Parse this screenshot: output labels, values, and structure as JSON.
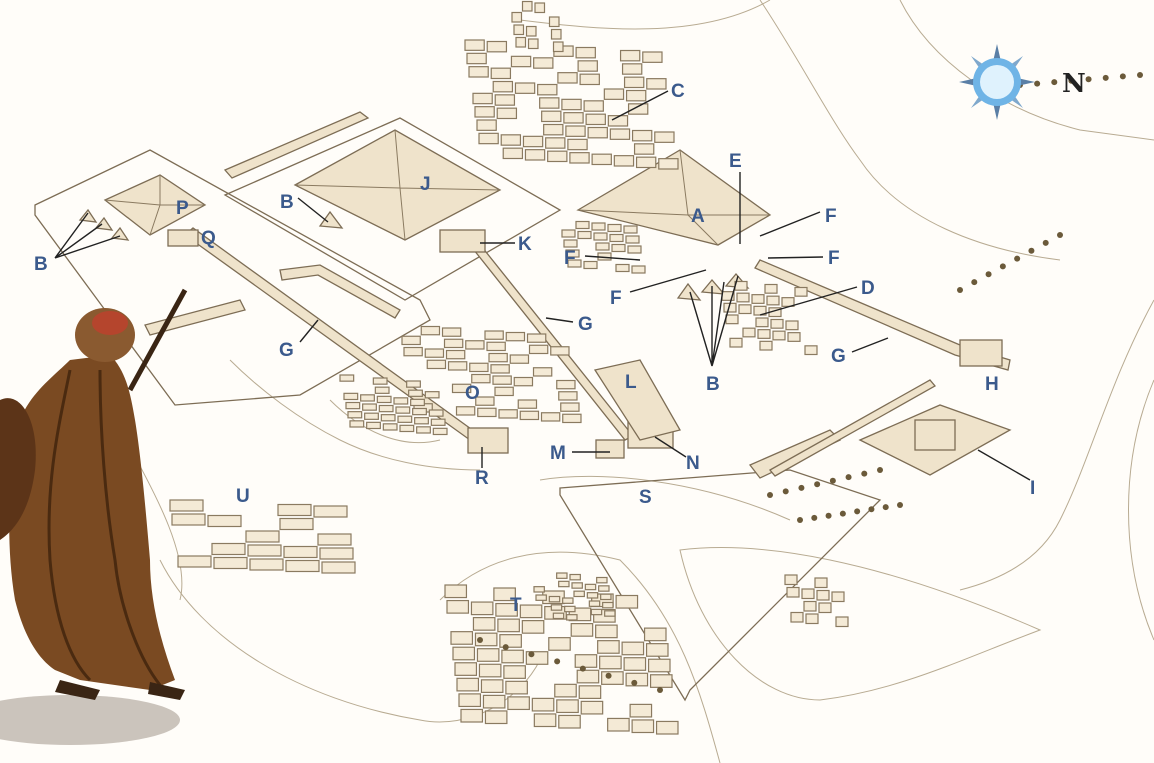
{
  "map": {
    "labels": {
      "A": "A",
      "B": "B",
      "C": "C",
      "D": "D",
      "E": "E",
      "F": "F",
      "G": "G",
      "H": "H",
      "I": "I",
      "J": "J",
      "K": "K",
      "L": "L",
      "M": "M",
      "N": "N",
      "O": "O",
      "P": "P",
      "Q": "Q",
      "R": "R",
      "S": "S",
      "T": "T",
      "U": "U"
    },
    "compass": {
      "north_label": "N"
    },
    "colors": {
      "label": "#3b5a8c",
      "ink": "#8a7a60",
      "fill": "#f4ead6",
      "robe": "#7a4a22",
      "compass": "#6fb4e6"
    }
  }
}
